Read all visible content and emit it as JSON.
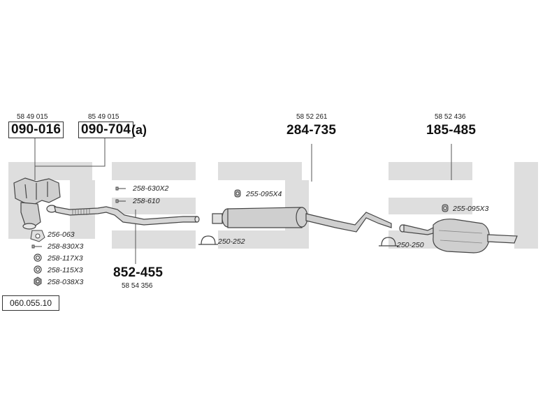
{
  "diagram_id": "060.055.10",
  "parts": {
    "catalyst_a": {
      "oem_ref": "58 49 015",
      "part_no": "090-016"
    },
    "catalyst_b": {
      "oem_ref": "85 49 015",
      "part_no": "090-704",
      "suffix": "(a)"
    },
    "front_pipe": {
      "part_no": "852-455",
      "oem_ref": "58 54 356"
    },
    "middle_silencer": {
      "oem_ref": "58 52 261",
      "part_no": "284-735"
    },
    "rear_silencer": {
      "oem_ref": "58 52 436",
      "part_no": "185-485"
    }
  },
  "accessories": {
    "gasket_1": "256-063",
    "bolt_1": "258-830X3",
    "ring_1": "258-117X3",
    "ring_2": "258-115X3",
    "nut_1": "258-038X3",
    "bolt_2": "258-630X2",
    "bolt_3": "258-610",
    "rubber_1": "255-095X4",
    "clamp_1": "250-252",
    "clamp_2": "250-250",
    "rubber_2": "255-095X3"
  },
  "colors": {
    "watermark": "#d9d9d9",
    "part_fill": "#cfcfcf",
    "part_stroke": "#444444"
  },
  "icons": [
    "manifold-catalyst-icon",
    "front-pipe-icon",
    "middle-silencer-icon",
    "rear-silencer-icon",
    "gasket-icon",
    "bolt-icon",
    "ring-icon",
    "nut-icon",
    "rubber-hanger-icon",
    "clamp-icon"
  ]
}
